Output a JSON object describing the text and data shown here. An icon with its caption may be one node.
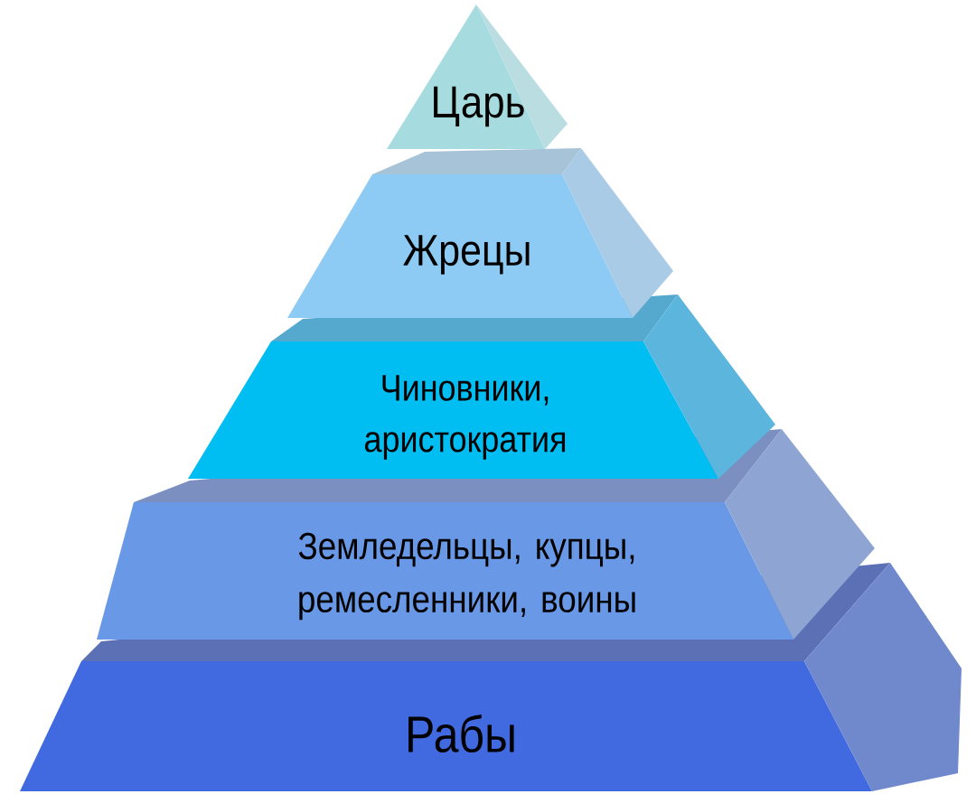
{
  "diagram": {
    "nodes": [
      {
        "text": [
          "Царь"
        ]
      },
      {
        "text": [
          "Жрецы"
        ]
      },
      {
        "text": [
          "Чиновники, аристократия"
        ]
      },
      {
        "text": [
          "Земледельцы, купцы, ремесленники, воины"
        ]
      },
      {
        "text": [
          "Рабы"
        ]
      }
    ]
  }
}
